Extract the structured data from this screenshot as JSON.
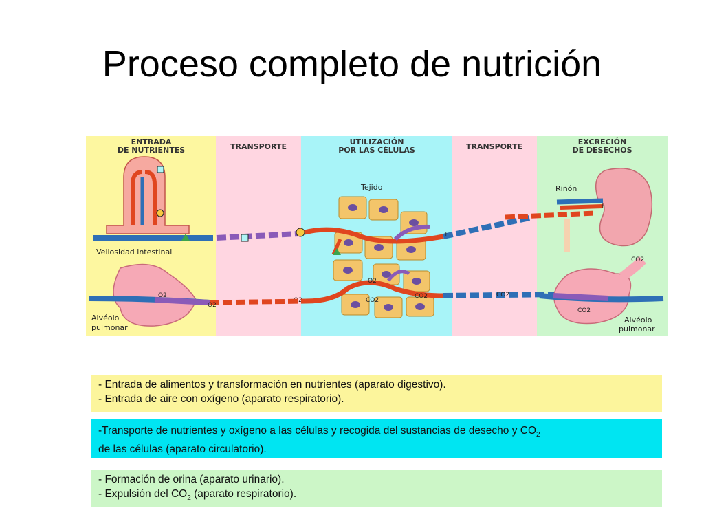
{
  "title": "Proceso completo de nutrición",
  "diagram": {
    "columns": [
      {
        "line1": "ENTRADA",
        "line2": "DE NUTRIENTES",
        "color": "#fdf7a0"
      },
      {
        "line1": "TRANSPORTE",
        "line2": "",
        "color": "#ffd6e1"
      },
      {
        "line1": "UTILIZACIÓN",
        "line2": "POR LAS CÉLULAS",
        "color": "#a8f4f8"
      },
      {
        "line1": "TRANSPORTE",
        "line2": "",
        "color": "#ffd6e1"
      },
      {
        "line1": "EXCRECIÓN",
        "line2": "DE DESECHOS",
        "color": "#ccf6cc"
      }
    ],
    "labels": {
      "villus": "Vellosidad intestinal",
      "alveolus_left_1": "Alvéolo",
      "alveolus_left_2": "pulmonar",
      "alveolus_right_1": "Alvéolo",
      "alveolus_right_2": "pulmonar",
      "tissue": "Tejido",
      "kidney": "Riñón",
      "o2_alv": "O2",
      "o2_a": "O2",
      "o2_b": "O2",
      "o2_cell": "O2",
      "co2_cell": "CO2",
      "co2_a": "CO2",
      "co2_b": "CO2",
      "co2_alv": "CO2",
      "co2_top": "CO2"
    },
    "colors": {
      "artery": "#e0461f",
      "vein": "#2e6fb6",
      "mix": "#8a5bb8",
      "cell": "#f3c56a",
      "nucleus": "#6b4fa0"
    }
  },
  "boxes": [
    {
      "lines": [
        {
          "pre": "- Entrada de alimentos y transformación en nutrientes (aparato digestivo).",
          "sub": "",
          "post": ""
        },
        {
          "pre": "- Entrada de aire con oxígeno (aparato respiratorio).",
          "sub": "",
          "post": ""
        }
      ]
    },
    {
      "lines": [
        {
          "pre": "-Transporte de nutrientes y oxígeno a las células y recogida del sustancias de desecho y CO",
          "sub": "2",
          "post": ""
        },
        {
          "pre": "de las células (aparato circulatorio).",
          "sub": "",
          "post": ""
        }
      ]
    },
    {
      "lines": [
        {
          "pre": "- Formación de orina (aparato urinario).",
          "sub": "",
          "post": ""
        },
        {
          "pre": "- Expulsión del CO",
          "sub": "2",
          "post": " (aparato respiratorio)."
        }
      ]
    }
  ]
}
